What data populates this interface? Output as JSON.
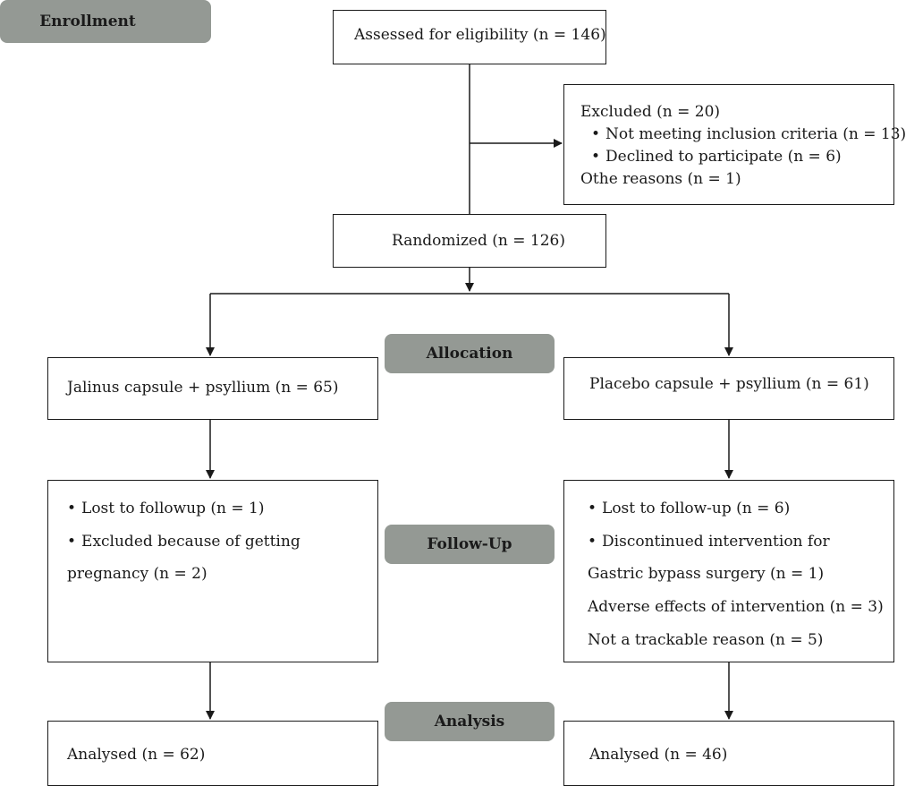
{
  "stages": {
    "enrollment": "Enrollment",
    "allocation": "Allocation",
    "follow_up": "Follow-Up",
    "analysis": "Analysis"
  },
  "assessed": "Assessed for eligibility (n = 146)",
  "excluded": {
    "title": "Excluded (n = 20)",
    "items": [
      "Not meeting inclusion criteria (n = 13)",
      "Declined to participate (n = 6)"
    ],
    "other": "Othe reasons (n = 1)"
  },
  "randomized": "Randomized (n = 126)",
  "arms": {
    "left": {
      "allocation": "Jalinus capsule + psyllium (n = 65)",
      "followup_items": [
        "Lost to followup (n = 1)",
        "Excluded because of getting"
      ],
      "followup_extra": [
        "pregnancy (n = 2)"
      ],
      "analysis": "Analysed (n = 62)"
    },
    "right": {
      "allocation": "Placebo capsule + psyllium (n = 61)",
      "followup_items": [
        "Lost to follow-up (n = 6)",
        "Discontinued intervention for"
      ],
      "followup_extra": [
        "Gastric bypass surgery (n = 1)",
        "Adverse effects of intervention (n = 3)",
        "Not a trackable reason (n = 5)"
      ],
      "analysis": "Analysed (n = 46)"
    }
  },
  "colors": {
    "stage_fill": "#949994",
    "stroke": "#1a1a1a"
  }
}
